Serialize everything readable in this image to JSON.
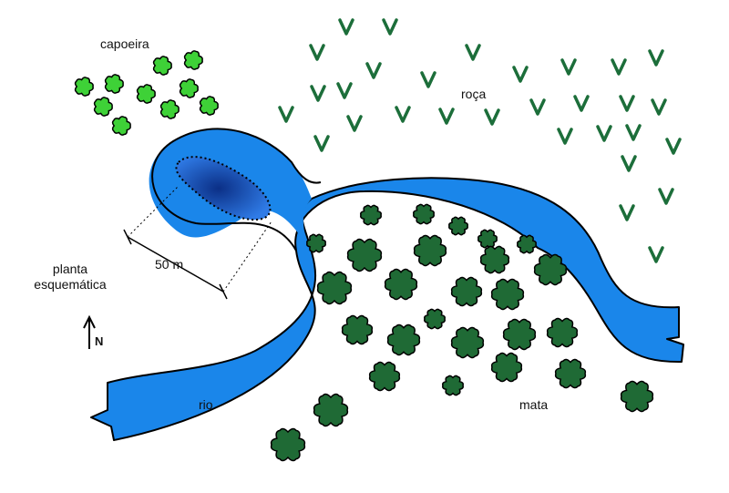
{
  "labels": {
    "capoeira": "capoeira",
    "roca": "roça",
    "mata": "mata",
    "rio": "rio",
    "planta_line1": "planta",
    "planta_line2": "esquemática",
    "scale": "50 m",
    "north": "N"
  },
  "colors": {
    "river": "#1a86ea",
    "pool_dark": "#0b2f86",
    "pool_light": "#2f7be6",
    "capoeira_shrub": "#3ed137",
    "mata_tree": "#1f6a35",
    "roca_plant": "#1c6e3a",
    "outline": "#000000"
  },
  "icons": {
    "capoeira": "light-shrub-icon",
    "mata": "dark-tree-icon",
    "roca": "v-shaped-plant-icon",
    "north": "north-arrow-icon"
  }
}
